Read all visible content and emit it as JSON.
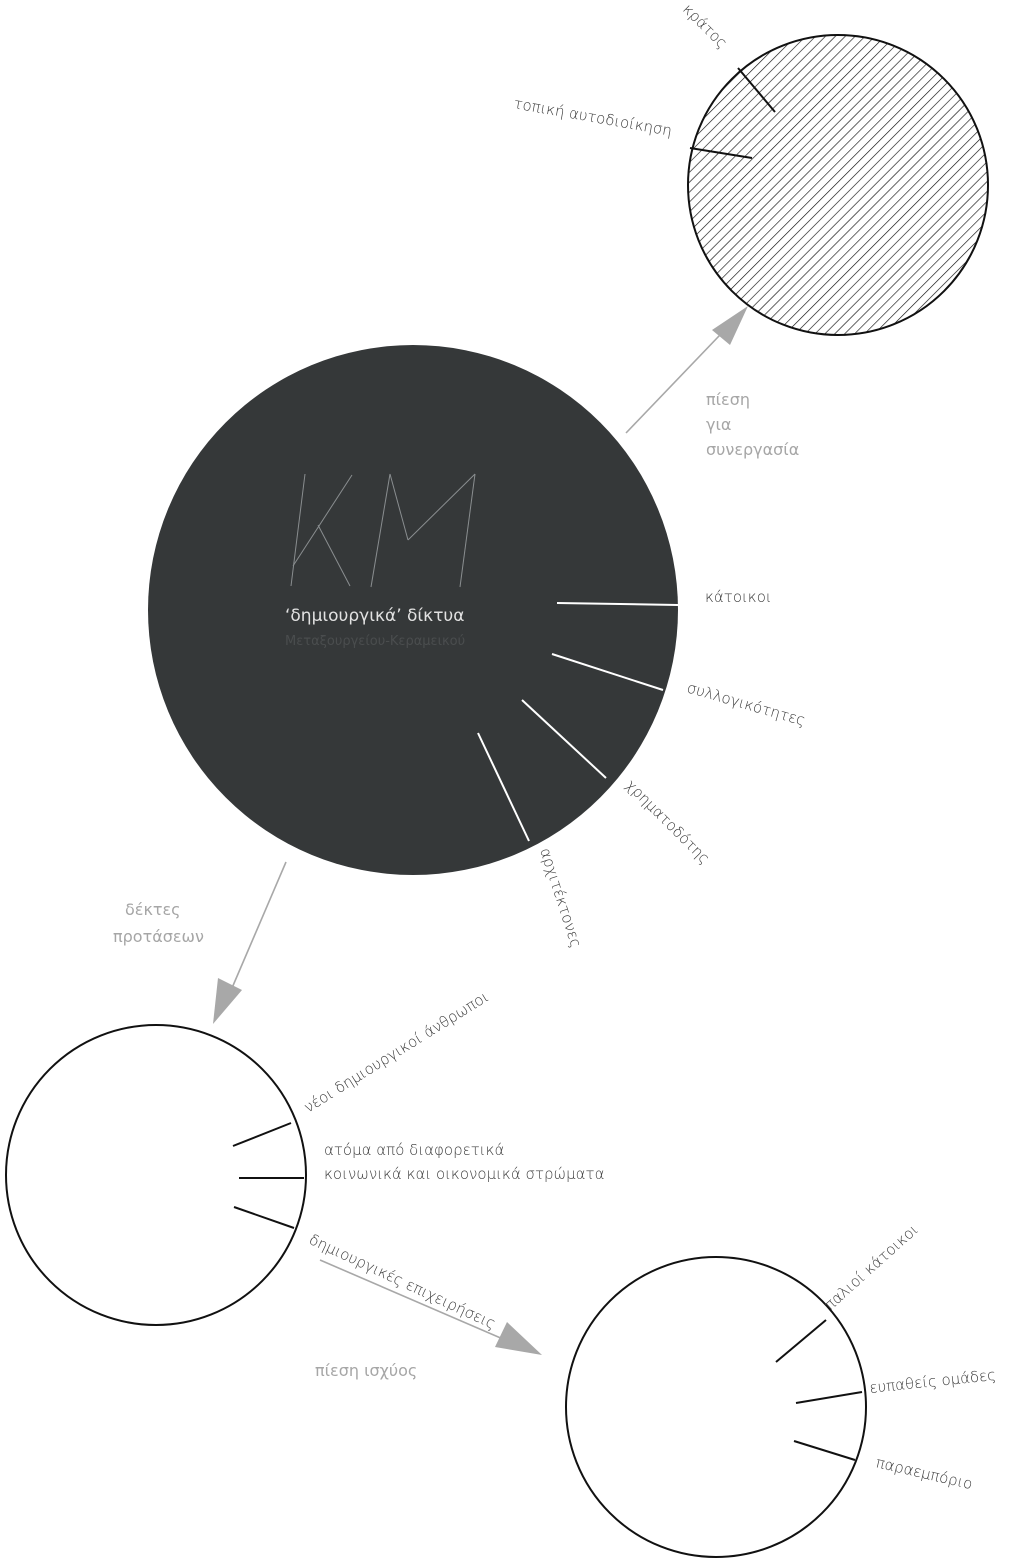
{
  "colors": {
    "dark_circle": "#353839",
    "arrow": "#a8a8a8",
    "stroke": "#111111",
    "light_text": "#a6a6a6"
  },
  "center": {
    "monogram": "KM",
    "title": "‘δημιουργικά’ δίκτυα",
    "subtitle": "Μεταξουργείου-Κεραμεικού",
    "spokes": [
      "κάτοικοι",
      "συλλογικότητες",
      "χρηματοδότης",
      "αρχιτέκτονες"
    ]
  },
  "state_circle": {
    "labels": [
      "κράτος",
      "τοπική αυτοδιοίκηση"
    ]
  },
  "left_circle": {
    "labels": [
      "νέοι δημιουργικοί άνθρωποι",
      "ατόμα από διαφορετικά",
      "κοινωνικά και οικονομικά στρώματα",
      "δημιουργικές επιχειρήσεις"
    ]
  },
  "right_circle": {
    "labels": [
      "παλιοί κάτοικοι",
      "ευπαθείς ομάδες",
      "παραεμπόριο"
    ]
  },
  "arrows": {
    "cooperation": [
      "πίεση",
      "για",
      "συνεργασία"
    ],
    "recipients": [
      "δέκτες",
      "προτάσεων"
    ],
    "power": "πίεση ισχύος"
  }
}
